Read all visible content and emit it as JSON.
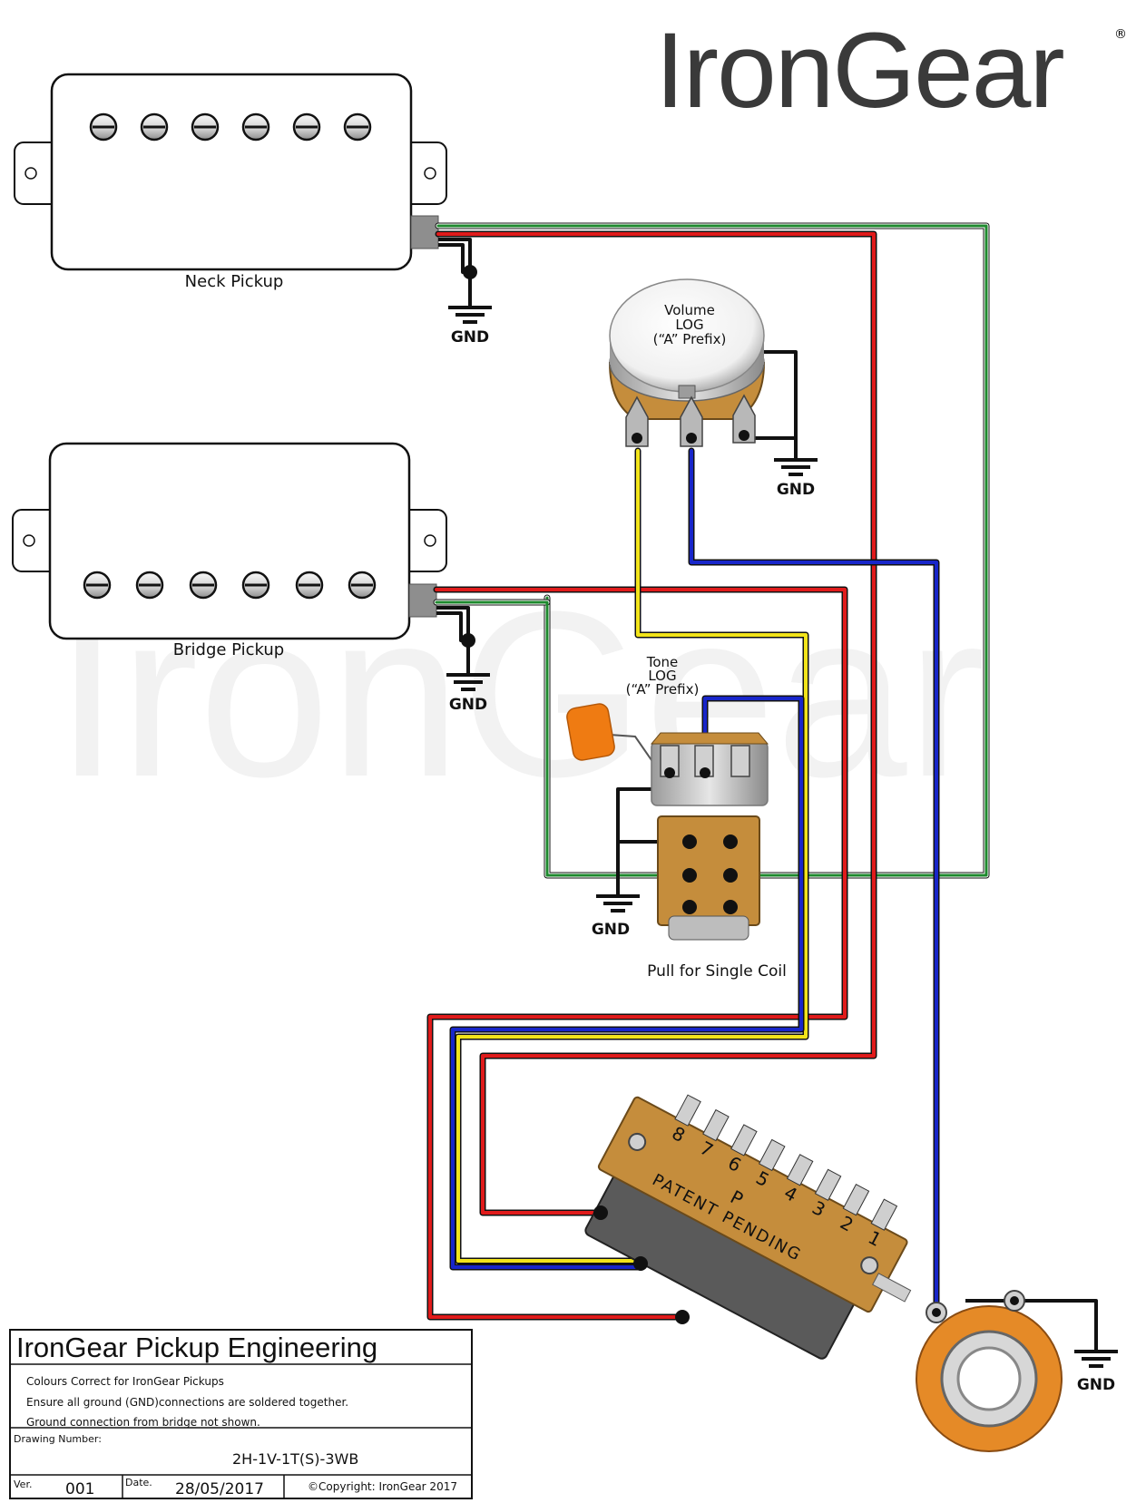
{
  "brand": {
    "name": "IronGear",
    "registered": "®",
    "watermark": "IronGear"
  },
  "pickups": {
    "neck": {
      "label": "Neck Pickup"
    },
    "bridge": {
      "label": "Bridge Pickup"
    }
  },
  "pots": {
    "volume": {
      "line1": "Volume",
      "line2": "LOG",
      "line3": "(“A” Prefix)"
    },
    "tone": {
      "line1": "Tone",
      "line2": "LOG",
      "line3": "(“A” Prefix)",
      "push_pull": "Pull for Single Coil"
    }
  },
  "ground_label": "GND",
  "switch": {
    "lug_numbers": [
      "1",
      "2",
      "3",
      "4",
      "5",
      "6",
      "7",
      "8"
    ],
    "p_marker": "P",
    "imprint": "PATENT PENDING"
  },
  "wire_colors": {
    "red": "#e01b1b",
    "green": "#1e8a2e",
    "black": "#111111",
    "yellow": "#f2e41a",
    "blue": "#1826c9"
  },
  "title_block": {
    "company": "IronGear Pickup Engineering",
    "notes": [
      "Colours Correct for IronGear Pickups",
      "Ensure all ground (GND)connections are soldered together.",
      "Ground connection from bridge not shown."
    ],
    "drawing_number_label": "Drawing Number:",
    "drawing_number": "2H-1V-1T(S)-3WB",
    "version_label": "Ver.",
    "version": "001",
    "date_label": "Date.",
    "date": "28/05/2017",
    "copyright": "©Copyright: IronGear 2017"
  }
}
